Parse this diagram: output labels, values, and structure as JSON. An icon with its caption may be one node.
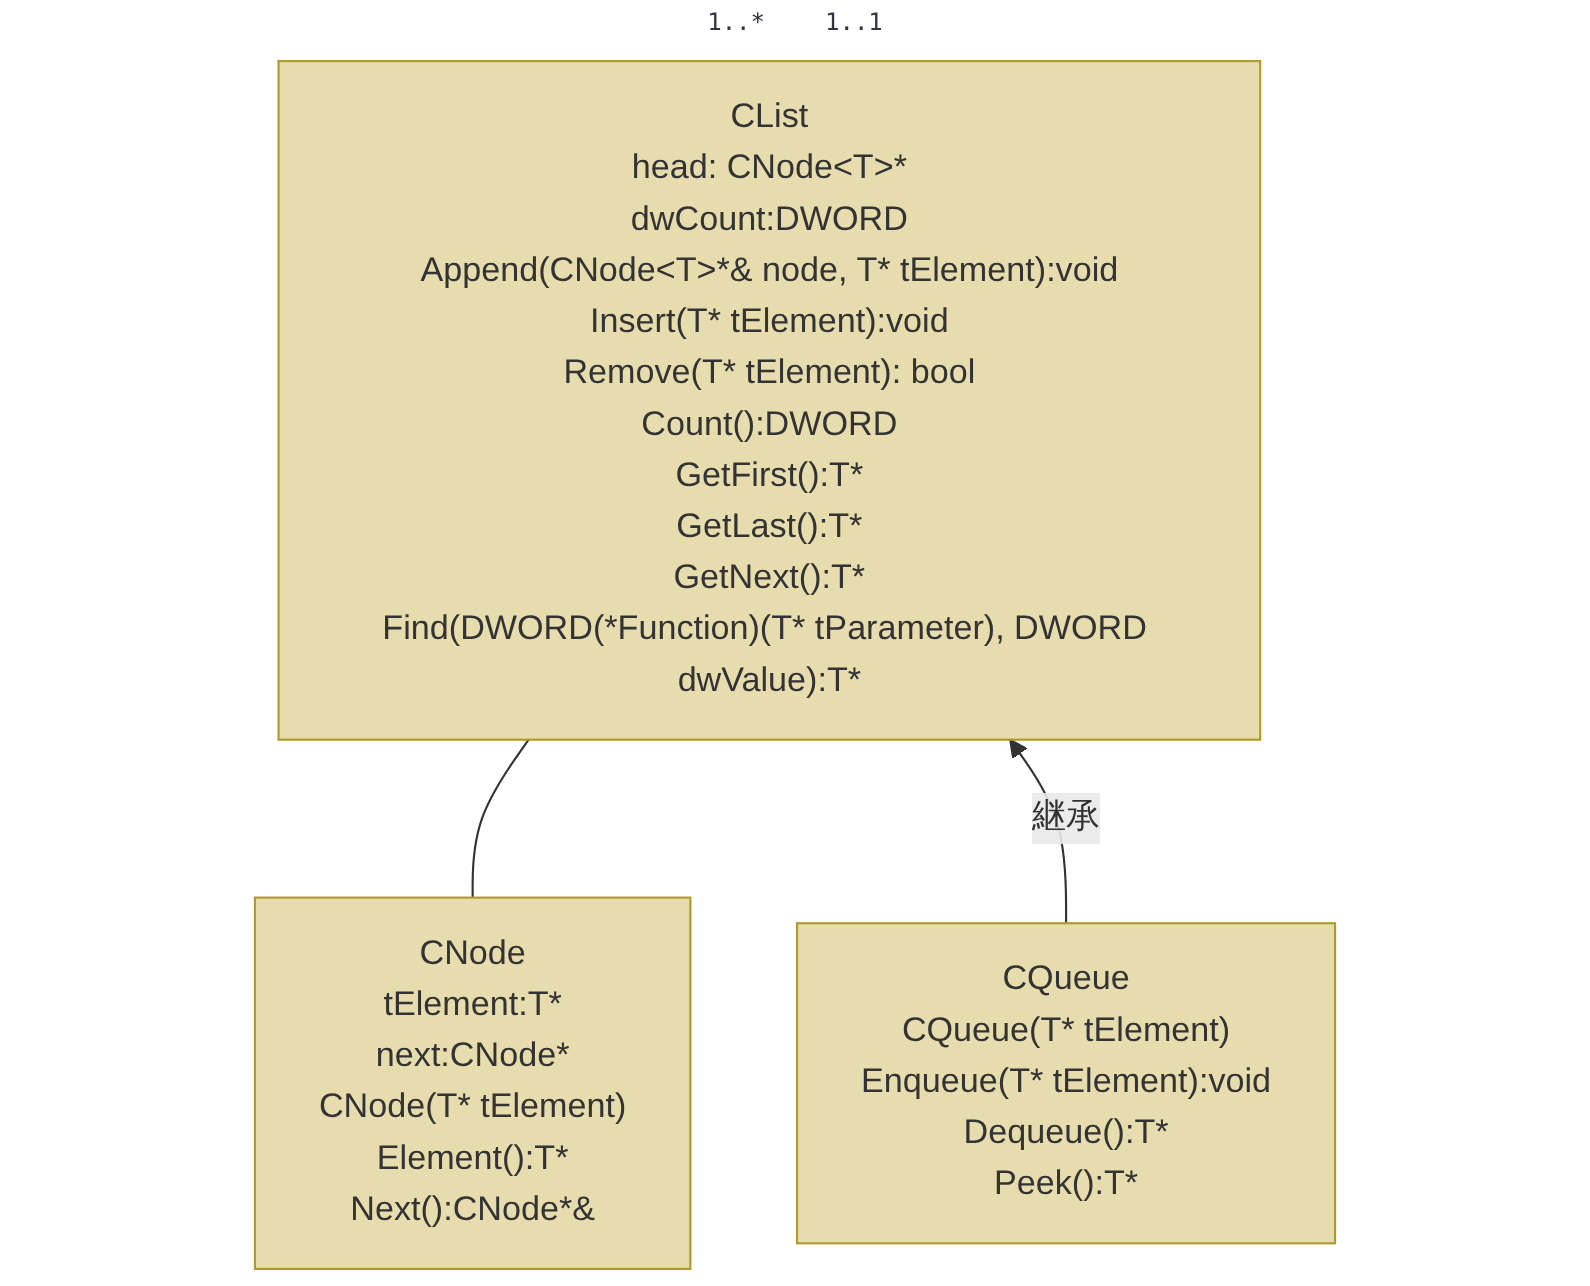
{
  "diagram": {
    "nodes": [
      {
        "text": [
          "CList",
          "head: CNode<T>*",
          "dwCount:DWORD",
          "Append(CNode<T>*& node, T* tElement):void",
          "Insert(T* tElement):void",
          "Remove(T* tElement): bool",
          "Count():DWORD",
          "GetFirst():T*",
          "GetLast():T*",
          "GetNext():T*",
          "Find(DWORD(*Function)(T* tParameter), DWORD dwValue):T*"
        ]
      },
      {
        "text": [
          "CNode",
          "tElement:T*",
          "next:CNode*",
          "CNode(T* tElement)",
          "Element():T*",
          "Next():CNode*&"
        ]
      },
      {
        "text": [
          "CQueue",
          "CQueue(T* tElement)",
          "Enqueue(T* tElement):void",
          "Dequeue():T*",
          "Peek():T*"
        ]
      }
    ],
    "edges": [
      {
        "from": 0,
        "to": 1,
        "arrow": "none"
      },
      {
        "from": 2,
        "to": 0,
        "arrow": "to",
        "label": "継承"
      }
    ],
    "labels": [
      "1..*",
      "1..1"
    ]
  }
}
